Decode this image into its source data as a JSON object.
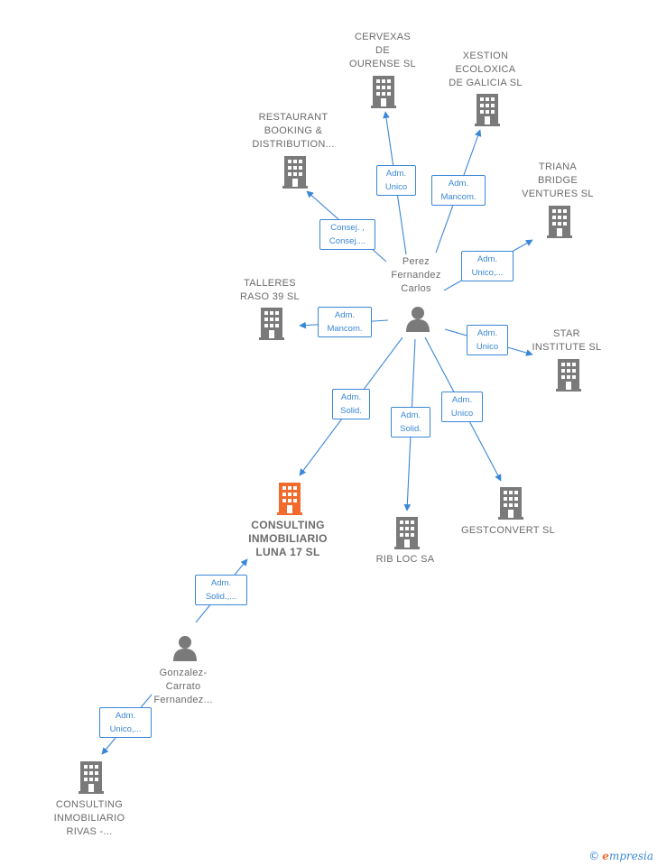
{
  "colors": {
    "company": "#7a7a7a",
    "highlight": "#f26a2c",
    "person": "#7a7a7a",
    "edge": "#3a87d6"
  },
  "nodes": {
    "cervexas": {
      "label": "CERVEXAS\nDE\nOURENSE SL",
      "type": "company"
    },
    "xestion": {
      "label": "XESTION\nECOLOXICA\nDE GALICIA  SL",
      "type": "company"
    },
    "restaurant": {
      "label": "RESTAURANT\nBOOKING &\nDISTRIBUTION...",
      "type": "company"
    },
    "triana": {
      "label": "TRIANA\nBRIDGE\nVENTURES  SL",
      "type": "company"
    },
    "talleres": {
      "label": "TALLERES\nRASO 39  SL",
      "type": "company"
    },
    "perez": {
      "label": "Perez\nFernandez\nCarlos",
      "type": "person"
    },
    "star": {
      "label": "STAR\nINSTITUTE  SL",
      "type": "company"
    },
    "consulting_luna": {
      "label": "CONSULTING\nINMOBILIARIO\nLUNA 17  SL",
      "type": "highlight"
    },
    "ribloc": {
      "label": "RIB LOC SA",
      "type": "company"
    },
    "gestconvert": {
      "label": "GESTCONVERT SL",
      "type": "company"
    },
    "gonzalez": {
      "label": "Gonzalez-\nCarrato\nFernandez...",
      "type": "person"
    },
    "consulting_rivas": {
      "label": "CONSULTING\nINMOBILIARIO\nRIVAS -...",
      "type": "company"
    }
  },
  "edges": {
    "to_cervexas": {
      "label": "Adm.\nUnico"
    },
    "to_xestion": {
      "label": "Adm.\nMancom."
    },
    "to_restaurant": {
      "label": "Consej. ,\nConsej...."
    },
    "to_triana": {
      "label": "Adm.\nUnico,..."
    },
    "to_talleres": {
      "label": "Adm.\nMancom."
    },
    "to_star": {
      "label": "Adm.\nUnico"
    },
    "to_luna": {
      "label": "Adm.\nSolid."
    },
    "to_ribloc": {
      "label": "Adm.\nSolid."
    },
    "to_gestconvert": {
      "label": "Adm.\nUnico"
    },
    "gonzalez_to_luna": {
      "label": "Adm.\nSolid.,..."
    },
    "gonzalez_to_rivas": {
      "label": "Adm.\nUnico,..."
    }
  },
  "footer": {
    "copyright": "©",
    "brand_initial": "e",
    "brand_rest": "mpresia"
  }
}
